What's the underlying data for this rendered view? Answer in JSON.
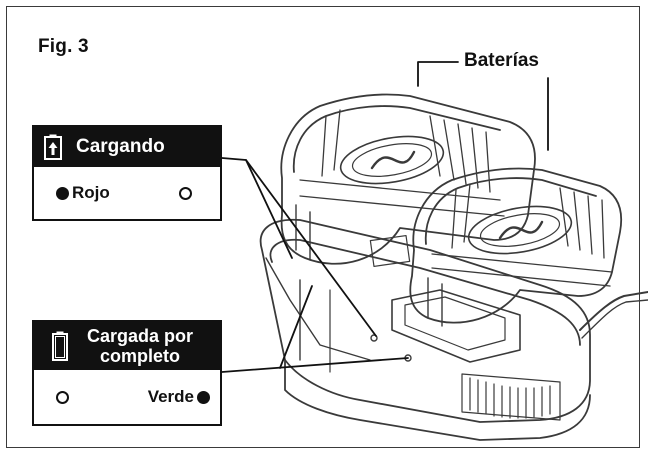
{
  "figure": {
    "title": "Fig. 3",
    "callout": "Baterías"
  },
  "indicators": {
    "charging": {
      "title": "Cargando",
      "icon": "battery-charging-icon",
      "left_led": "Rojo",
      "left_led_state": "on",
      "right_led_state": "off"
    },
    "full": {
      "title_line1": "Cargada por",
      "title_line2": "completo",
      "icon": "battery-full-icon",
      "left_led_state": "off",
      "right_led": "Verde",
      "right_led_state": "on"
    }
  },
  "colors": {
    "ink": "#111111",
    "line": "#3a3a3a",
    "background": "#ffffff"
  }
}
